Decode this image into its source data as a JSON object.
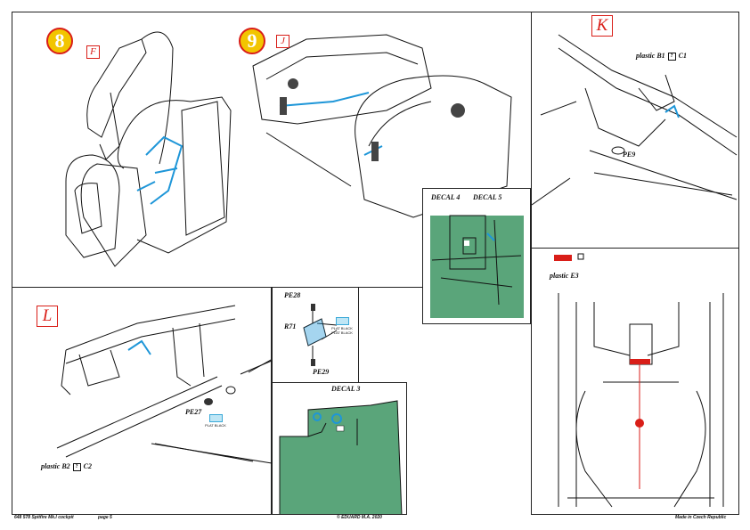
{
  "steps": {
    "s8": {
      "number": "8",
      "letter": "F"
    },
    "s9": {
      "number": "9",
      "letter": "J"
    },
    "K": {
      "letter": "K",
      "plastic": "plastic B1",
      "plastic_alt": "C1",
      "part": "PE9"
    },
    "decal45": {
      "decal_a": "DECAL 4",
      "decal_b": "DECAL 5"
    },
    "E3": {
      "plastic": "plastic E3"
    },
    "L": {
      "letter": "L",
      "part": "PE27",
      "paint": "PLAT BLACK",
      "plastic": "plastic B2",
      "plastic_alt": "C2"
    },
    "pe": {
      "top": "PE28",
      "mid": "R71",
      "bottom": "PE29",
      "paint_a": "PLAT BLACK",
      "paint_b": "PLAT BLACK"
    },
    "decal3": {
      "label": "DECAL 3"
    }
  },
  "question_mark": "?",
  "footer": {
    "left": "648 578  Spitfire Mk.I cockpit",
    "page": "page 5",
    "center": "© EDUARD  M.A. 2020",
    "right": "Made in Czech Republic"
  },
  "colors": {
    "decal_green": "#5aa57a",
    "accent_cyan": "#1e96d8",
    "step_red": "#d91e18",
    "step_yellow": "#f2c500"
  }
}
